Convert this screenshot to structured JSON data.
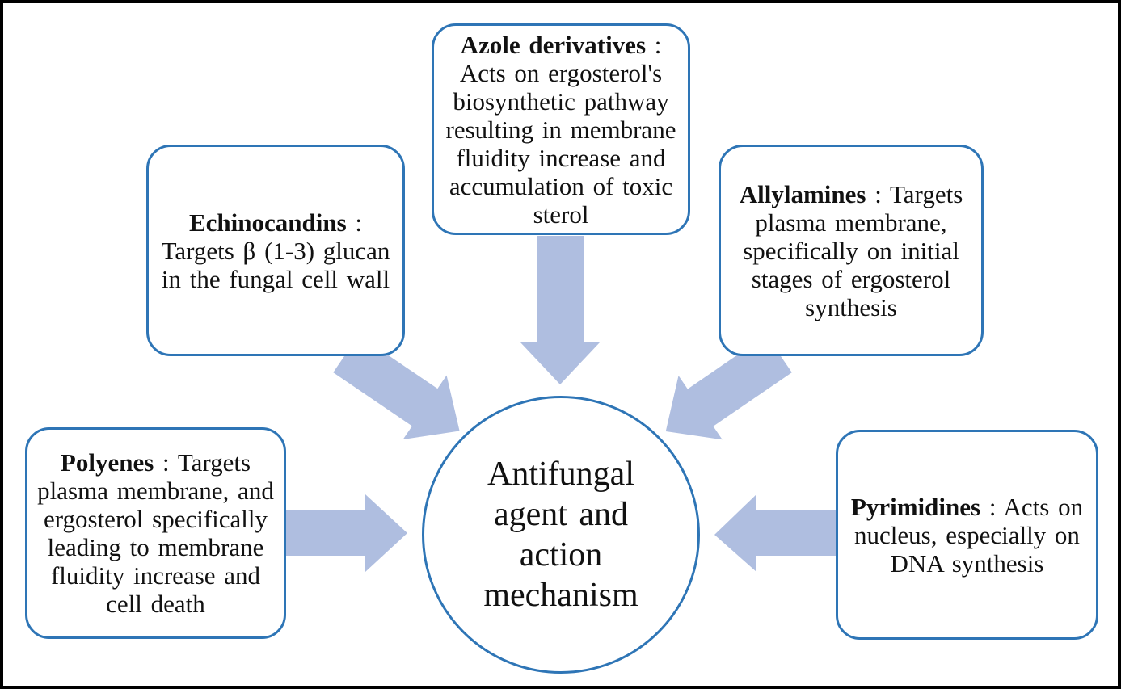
{
  "diagram": {
    "center": {
      "lines": [
        "Antifungal",
        "agent and",
        "action",
        "mechanism"
      ]
    },
    "boxes": [
      {
        "name": "azole-derivatives",
        "bold": "Azole derivatives",
        "rest": " :",
        "lines": [
          "Acts on ergosterol's",
          "biosynthetic pathway",
          "resulting in membrane",
          "fluidity increase and",
          "accumulation of toxic",
          "sterol"
        ]
      },
      {
        "name": "echinocandins",
        "bold": "Echinocandins",
        "rest": " :",
        "lines": [
          "Targets β (1-3) glucan",
          "in the fungal cell wall"
        ]
      },
      {
        "name": "allylamines",
        "bold": "Allylamines",
        "rest": " : Targets",
        "lines": [
          "plasma membrane,",
          "specifically on initial",
          "stages of ergosterol",
          "synthesis"
        ]
      },
      {
        "name": "polyenes",
        "bold": "Polyenes",
        "rest": " : Targets",
        "lines": [
          "plasma membrane, and",
          "ergosterol specifically",
          "leading to membrane",
          "fluidity increase and",
          "cell death"
        ]
      },
      {
        "name": "pyrimidines",
        "bold": "Pyrimidines",
        "rest": " : Acts on",
        "lines": [
          "nucleus, especially on",
          "DNA synthesis"
        ]
      }
    ],
    "colors": {
      "outline": "#2E75B6",
      "arrow_fill": "#AFBEE0",
      "frame": "#000000",
      "text": "#111111",
      "background": "#FFFFFF"
    }
  }
}
